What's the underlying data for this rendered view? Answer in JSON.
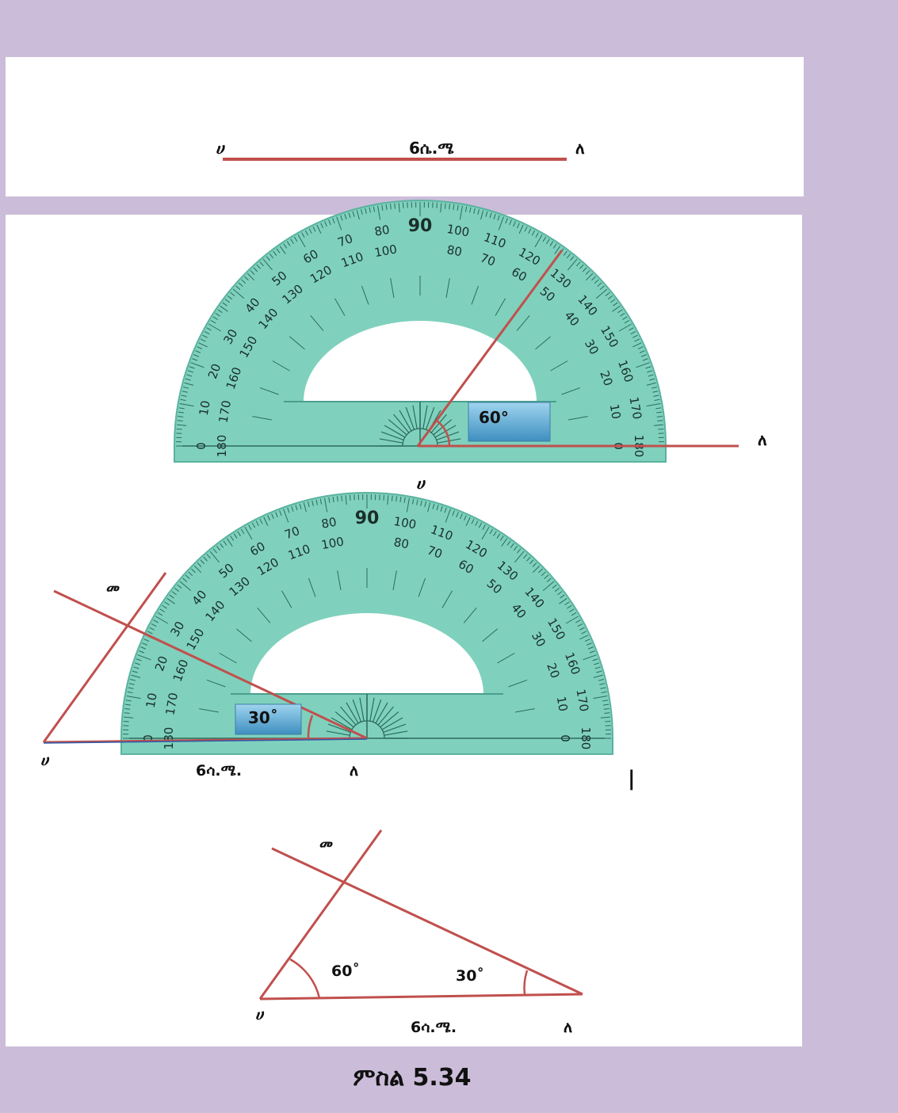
{
  "segment": {
    "start_label": "ሀ",
    "end_label": "ለ",
    "length_label": "6ሴ.ሜ"
  },
  "protractor": {
    "outer_scale": [
      0,
      10,
      20,
      30,
      40,
      50,
      60,
      70,
      80,
      90,
      100,
      110,
      120,
      130,
      140,
      150,
      160,
      170,
      180
    ],
    "inner_scale": [
      180,
      170,
      160,
      150,
      140,
      130,
      120,
      110,
      100,
      90,
      80,
      70,
      60,
      50,
      40,
      30,
      20,
      10,
      0
    ],
    "color": "#7fd1bd",
    "edge_color": "#5ab39f"
  },
  "step1": {
    "angle_label": "60°",
    "vertex_label": "ሀ",
    "ray_label": "ለ"
  },
  "step2": {
    "angle_label": "30˚",
    "vertex_label": "ሀ",
    "end_label": "ለ",
    "apex_label": "መ",
    "base_label": "6ሳ.ሜ.",
    "side_mark": "|"
  },
  "triangle": {
    "angle_a_label": "60˚",
    "angle_b_label": "30˚",
    "vertex_a": "ሀ",
    "vertex_b": "ለ",
    "apex": "መ",
    "base_label": "6ሳ.ሜ."
  },
  "line_color": "#c0504d",
  "caption": "ምስል 5.34"
}
